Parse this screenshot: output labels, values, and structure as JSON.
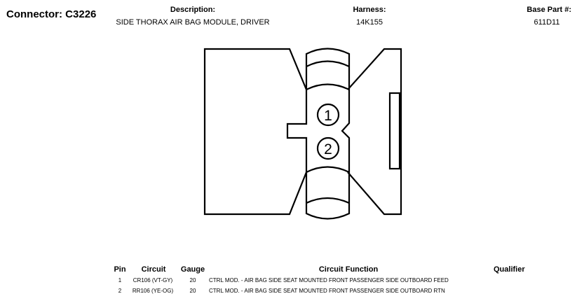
{
  "connector": {
    "label": "Connector:",
    "id": "C3226"
  },
  "header": {
    "description_label": "Description:",
    "description_value": "SIDE THORAX AIR BAG MODULE, DRIVER",
    "harness_label": "Harness:",
    "harness_value": "14K155",
    "base_part_label": "Base Part #:",
    "base_part_value": "611D11"
  },
  "diagram": {
    "pins": [
      "1",
      "2"
    ]
  },
  "table": {
    "columns": [
      "Pin",
      "Circuit",
      "Gauge",
      "Circuit Function",
      "Qualifier"
    ],
    "rows": [
      {
        "pin": "1",
        "circuit": "CR106 (VT-GY)",
        "gauge": "20",
        "function": "CTRL MOD. - AIR BAG SIDE SEAT MOUNTED FRONT PASSENGER SIDE OUTBOARD FEED",
        "qualifier": ""
      },
      {
        "pin": "2",
        "circuit": "RR106 (YE-OG)",
        "gauge": "20",
        "function": "CTRL MOD. - AIR BAG SIDE SEAT MOUNTED FRONT PASSENGER SIDE OUTBOARD RTN",
        "qualifier": ""
      }
    ]
  }
}
